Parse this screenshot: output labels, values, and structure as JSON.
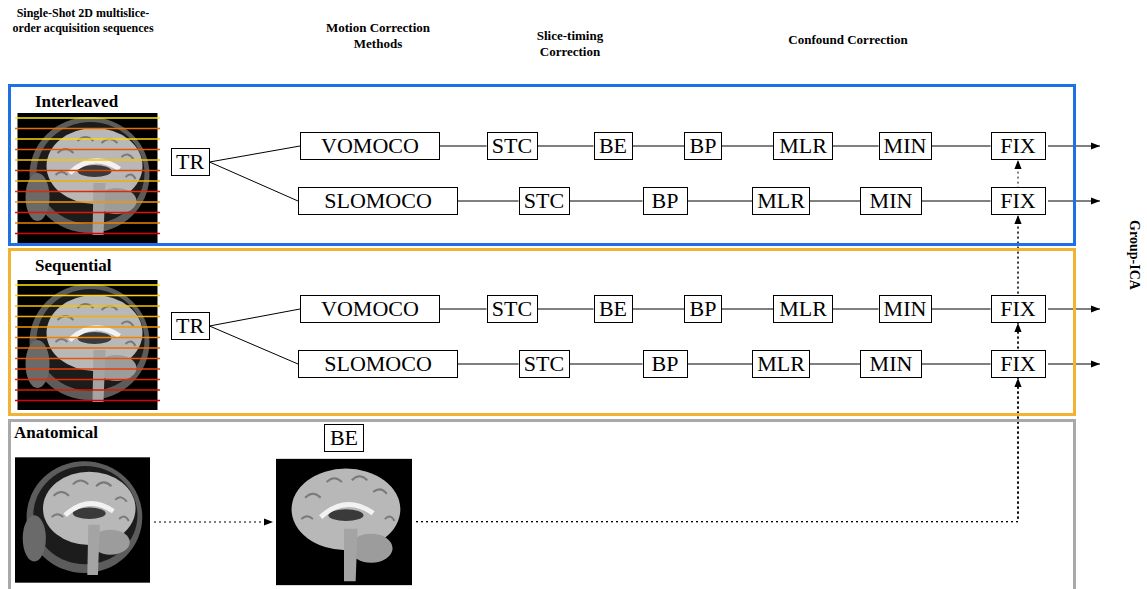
{
  "diagram": {
    "nodes": [
      {
        "text": [
          "Interleaved"
        ]
      },
      {
        "text": [
          "TR"
        ],
        "in": 0
      },
      {
        "text": [
          "VOMOCO"
        ],
        "in": 0
      },
      {
        "text": [
          "STC"
        ],
        "in": 0
      },
      {
        "text": [
          "BE"
        ],
        "in": 0
      },
      {
        "text": [
          "BP"
        ],
        "in": 0
      },
      {
        "text": [
          "MLR"
        ],
        "in": 0
      },
      {
        "text": [
          "MIN"
        ],
        "in": 0
      },
      {
        "text": [
          "FIX"
        ],
        "in": 0
      },
      {
        "text": [
          "SLOMOCO"
        ],
        "in": 0
      },
      {
        "text": [
          "STC"
        ],
        "in": 0
      },
      {
        "text": [
          "BP"
        ],
        "in": 0
      },
      {
        "text": [
          "MLR"
        ],
        "in": 0
      },
      {
        "text": [
          "MIN"
        ],
        "in": 0
      },
      {
        "text": [
          "FIX"
        ],
        "in": 0
      },
      {
        "text": [
          "Sequential"
        ]
      },
      {
        "text": [
          "TR"
        ],
        "in": 15
      },
      {
        "text": [
          "VOMOCO"
        ],
        "in": 15
      },
      {
        "text": [
          "STC"
        ],
        "in": 15
      },
      {
        "text": [
          "BE"
        ],
        "in": 15
      },
      {
        "text": [
          "BP"
        ],
        "in": 15
      },
      {
        "text": [
          "MLR"
        ],
        "in": 15
      },
      {
        "text": [
          "MIN"
        ],
        "in": 15
      },
      {
        "text": [
          "FIX"
        ],
        "in": 15
      },
      {
        "text": [
          "SLOMOCO"
        ],
        "in": 15
      },
      {
        "text": [
          "STC"
        ],
        "in": 15
      },
      {
        "text": [
          "BP"
        ],
        "in": 15
      },
      {
        "text": [
          "MLR"
        ],
        "in": 15
      },
      {
        "text": [
          "MIN"
        ],
        "in": 15
      },
      {
        "text": [
          "FIX"
        ],
        "in": 15
      },
      {
        "text": [
          "Anatomical"
        ]
      },
      {
        "text": [
          "BE"
        ],
        "in": 30
      }
    ],
    "edges": [
      {
        "from": 1,
        "to": 2,
        "arrow": "none"
      },
      {
        "from": 1,
        "to": 9,
        "arrow": "none"
      },
      {
        "from": 2,
        "to": 3,
        "arrow": "none"
      },
      {
        "from": 3,
        "to": 4,
        "arrow": "none"
      },
      {
        "from": 4,
        "to": 5,
        "arrow": "none"
      },
      {
        "from": 5,
        "to": 6,
        "arrow": "none"
      },
      {
        "from": 6,
        "to": 7,
        "arrow": "none"
      },
      {
        "from": 7,
        "to": 8,
        "arrow": "none"
      },
      {
        "from": 9,
        "to": 10,
        "arrow": "none"
      },
      {
        "from": 10,
        "to": 11,
        "arrow": "none"
      },
      {
        "from": 11,
        "to": 12,
        "arrow": "none"
      },
      {
        "from": 12,
        "to": 13,
        "arrow": "none"
      },
      {
        "from": 13,
        "to": 14,
        "arrow": "none"
      },
      {
        "from": 16,
        "to": 17,
        "arrow": "none"
      },
      {
        "from": 16,
        "to": 24,
        "arrow": "none"
      },
      {
        "from": 17,
        "to": 18,
        "arrow": "none"
      },
      {
        "from": 18,
        "to": 19,
        "arrow": "none"
      },
      {
        "from": 19,
        "to": 20,
        "arrow": "none"
      },
      {
        "from": 20,
        "to": 21,
        "arrow": "none"
      },
      {
        "from": 21,
        "to": 22,
        "arrow": "none"
      },
      {
        "from": 22,
        "to": 23,
        "arrow": "none"
      },
      {
        "from": 24,
        "to": 25,
        "arrow": "none"
      },
      {
        "from": 25,
        "to": 26,
        "arrow": "none"
      },
      {
        "from": 26,
        "to": 27,
        "arrow": "none"
      },
      {
        "from": 27,
        "to": 28,
        "arrow": "none"
      },
      {
        "from": 28,
        "to": 29,
        "arrow": "none"
      },
      {
        "from": 31,
        "to": 29,
        "arrow": "to"
      },
      {
        "from": 31,
        "to": 23,
        "arrow": "to"
      },
      {
        "from": 31,
        "to": 14,
        "arrow": "to"
      },
      {
        "from": 31,
        "to": 8,
        "arrow": "to"
      }
    ],
    "labels": [
      "Single-Shot 2D multislice-order acquisition sequences",
      "Motion Correction Methods",
      "Slice-timing Correction",
      "Confound Correction",
      "Group-ICA"
    ]
  }
}
